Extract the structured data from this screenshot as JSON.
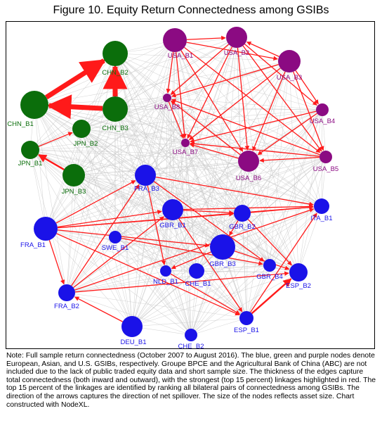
{
  "title": "Figure 10. Equity Return Connectedness among GSIBs",
  "note": "Note: Full sample return connectedness (October 2007 to August 2016). The blue, green and purple nodes denote European, Asian, and U.S. GSIBs, respectively. Groupe BPCE and the Agricultural Bank of China (ABC) are not included due to the lack of public traded equity data and short sample size. The thickness of the edges capture total connectedness (both inward and outward), with the strongest (top 15 percent) linkages highlighted in red. The top 15 percent of the linkages are identified by ranking all bilateral pairs of connectedness among GSIBs. The direction of the arrows captures the direction of net spillover. The size of the nodes reflects asset size.  Chart constructed with NodeXL.",
  "colors": {
    "us": "#8b0a82",
    "asia": "#0b6e0b",
    "europe": "#1a12e8",
    "strong_edge": "#ff1a1a",
    "weak_edge": "#c8c8c8"
  },
  "nodes": [
    {
      "id": "USA_B1",
      "label": "USA_B1",
      "group": "us",
      "size": 17
    },
    {
      "id": "USA_B2",
      "label": "USA_B2",
      "group": "us",
      "size": 15
    },
    {
      "id": "USA_B3",
      "label": "USA_B3",
      "group": "us",
      "size": 16
    },
    {
      "id": "USA_B4",
      "label": "USA_B4",
      "group": "us",
      "size": 9
    },
    {
      "id": "USA_B5",
      "label": "USA_B5",
      "group": "us",
      "size": 9
    },
    {
      "id": "USA_B6",
      "label": "USA_B6",
      "group": "us",
      "size": 15
    },
    {
      "id": "USA_B7",
      "label": "USA_B7",
      "group": "us",
      "size": 6
    },
    {
      "id": "USA_B8",
      "label": "USA_B8",
      "group": "us",
      "size": 6
    },
    {
      "id": "CHN_B1",
      "label": "CHN_B1",
      "group": "asia",
      "size": 20
    },
    {
      "id": "CHN_B2",
      "label": "CHN_B2",
      "group": "asia",
      "size": 18
    },
    {
      "id": "CHN_B3",
      "label": "CHN_B3",
      "group": "asia",
      "size": 18
    },
    {
      "id": "JPN_B1",
      "label": "JPN_B1",
      "group": "asia",
      "size": 13
    },
    {
      "id": "JPN_B2",
      "label": "JPN_B2",
      "group": "asia",
      "size": 13
    },
    {
      "id": "JPN_B3",
      "label": "JPN_B3",
      "group": "asia",
      "size": 16
    },
    {
      "id": "FRA_B1",
      "label": "FRA_B1",
      "group": "europe",
      "size": 17
    },
    {
      "id": "FRA_B2",
      "label": "FRA_B2",
      "group": "europe",
      "size": 12
    },
    {
      "id": "FRA_B3",
      "label": "FRA_B3",
      "group": "europe",
      "size": 15
    },
    {
      "id": "GBR_B1",
      "label": "GBR_B1",
      "group": "europe",
      "size": 15
    },
    {
      "id": "GBR_B2",
      "label": "GBR_B2",
      "group": "europe",
      "size": 12
    },
    {
      "id": "GBR_B3",
      "label": "GBR_B3",
      "group": "europe",
      "size": 18
    },
    {
      "id": "GBR_B4",
      "label": "GBR_B4",
      "group": "europe",
      "size": 9
    },
    {
      "id": "ITA_B1",
      "label": "ITA_B1",
      "group": "europe",
      "size": 11
    },
    {
      "id": "SWE_B1",
      "label": "SWE_B1",
      "group": "europe",
      "size": 9
    },
    {
      "id": "NLD_B1",
      "label": "NLD_B1",
      "group": "europe",
      "size": 8
    },
    {
      "id": "CHE_B1",
      "label": "CHE_B1",
      "group": "europe",
      "size": 11
    },
    {
      "id": "CHE_B2",
      "label": "CHE_B2",
      "group": "europe",
      "size": 9
    },
    {
      "id": "DEU_B1",
      "label": "DEU_B1",
      "group": "europe",
      "size": 15
    },
    {
      "id": "ESP_B1",
      "label": "ESP_B1",
      "group": "europe",
      "size": 10
    },
    {
      "id": "ESP_B2",
      "label": "ESP_B2",
      "group": "europe",
      "size": 13
    }
  ],
  "strong_edges": [
    {
      "from": "CHN_B1",
      "to": "CHN_B2",
      "weight": 4
    },
    {
      "from": "CHN_B3",
      "to": "CHN_B1",
      "weight": 4
    },
    {
      "from": "CHN_B3",
      "to": "CHN_B2",
      "weight": 4
    },
    {
      "from": "JPN_B1",
      "to": "JPN_B2",
      "weight": 1.5
    },
    {
      "from": "JPN_B3",
      "to": "JPN_B1",
      "weight": 2
    },
    {
      "from": "USA_B1",
      "to": "USA_B2",
      "weight": 1.5
    },
    {
      "from": "USA_B3",
      "to": "USA_B2",
      "weight": 1.5
    },
    {
      "from": "USA_B1",
      "to": "USA_B3",
      "weight": 1
    },
    {
      "from": "USA_B1",
      "to": "USA_B8",
      "weight": 1
    },
    {
      "from": "USA_B1",
      "to": "USA_B7",
      "weight": 1
    },
    {
      "from": "USA_B1",
      "to": "USA_B6",
      "weight": 1
    },
    {
      "from": "USA_B1",
      "to": "USA_B5",
      "weight": 1
    },
    {
      "from": "USA_B2",
      "to": "USA_B8",
      "weight": 1
    },
    {
      "from": "USA_B2",
      "to": "USA_B7",
      "weight": 1
    },
    {
      "from": "USA_B2",
      "to": "USA_B6",
      "weight": 1
    },
    {
      "from": "USA_B2",
      "to": "USA_B4",
      "weight": 1
    },
    {
      "from": "USA_B2",
      "to": "USA_B5",
      "weight": 1
    },
    {
      "from": "USA_B3",
      "to": "USA_B8",
      "weight": 1
    },
    {
      "from": "USA_B3",
      "to": "USA_B7",
      "weight": 1
    },
    {
      "from": "USA_B3",
      "to": "USA_B6",
      "weight": 1
    },
    {
      "from": "USA_B3",
      "to": "USA_B4",
      "weight": 1
    },
    {
      "from": "USA_B3",
      "to": "USA_B5",
      "weight": 1
    },
    {
      "from": "USA_B4",
      "to": "USA_B7",
      "weight": 1
    },
    {
      "from": "USA_B4",
      "to": "USA_B6",
      "weight": 1
    },
    {
      "from": "USA_B5",
      "to": "USA_B6",
      "weight": 1
    },
    {
      "from": "USA_B5",
      "to": "USA_B8",
      "weight": 1
    },
    {
      "from": "USA_B5",
      "to": "USA_B7",
      "weight": 1
    },
    {
      "from": "USA_B6",
      "to": "USA_B8",
      "weight": 1
    },
    {
      "from": "USA_B6",
      "to": "USA_B7",
      "weight": 1
    },
    {
      "from": "USA_B8",
      "to": "USA_B7",
      "weight": 1
    },
    {
      "from": "FRA_B1",
      "to": "FRA_B3",
      "weight": 1
    },
    {
      "from": "FRA_B1",
      "to": "GBR_B1",
      "weight": 1
    },
    {
      "from": "FRA_B1",
      "to": "GBR_B2",
      "weight": 1
    },
    {
      "from": "FRA_B1",
      "to": "GBR_B3",
      "weight": 1
    },
    {
      "from": "FRA_B1",
      "to": "ITA_B1",
      "weight": 1
    },
    {
      "from": "FRA_B1",
      "to": "FRA_B2",
      "weight": 1
    },
    {
      "from": "FRA_B3",
      "to": "ITA_B1",
      "weight": 1
    },
    {
      "from": "FRA_B3",
      "to": "NLD_B1",
      "weight": 1
    },
    {
      "from": "FRA_B3",
      "to": "GBR_B4",
      "weight": 1
    },
    {
      "from": "FRA_B2",
      "to": "FRA_B3",
      "weight": 1
    },
    {
      "from": "FRA_B2",
      "to": "GBR_B1",
      "weight": 1
    },
    {
      "from": "FRA_B2",
      "to": "ITA_B1",
      "weight": 1
    },
    {
      "from": "FRA_B2",
      "to": "ESP_B2",
      "weight": 1
    },
    {
      "from": "GBR_B1",
      "to": "GBR_B2",
      "weight": 1
    },
    {
      "from": "GBR_B1",
      "to": "ITA_B1",
      "weight": 1
    },
    {
      "from": "GBR_B2",
      "to": "ITA_B1",
      "weight": 1
    },
    {
      "from": "GBR_B1",
      "to": "ESP_B1",
      "weight": 1
    },
    {
      "from": "GBR_B3",
      "to": "ESP_B2",
      "weight": 1
    },
    {
      "from": "GBR_B3",
      "to": "NLD_B1",
      "weight": 1
    },
    {
      "from": "GBR_B2",
      "to": "GBR_B3",
      "weight": 1
    },
    {
      "from": "GBR_B2",
      "to": "ESP_B2",
      "weight": 1
    },
    {
      "from": "ESP_B1",
      "to": "ESP_B2",
      "weight": 2
    },
    {
      "from": "ESP_B1",
      "to": "ITA_B1",
      "weight": 1
    },
    {
      "from": "DEU_B1",
      "to": "FRA_B2",
      "weight": 1
    },
    {
      "from": "SWE_B1",
      "to": "GBR_B4",
      "weight": 1
    },
    {
      "from": "NLD_B1",
      "to": "ESP_B1",
      "weight": 1
    },
    {
      "from": "FRA_B1",
      "to": "ESP_B1",
      "weight": 1
    }
  ]
}
